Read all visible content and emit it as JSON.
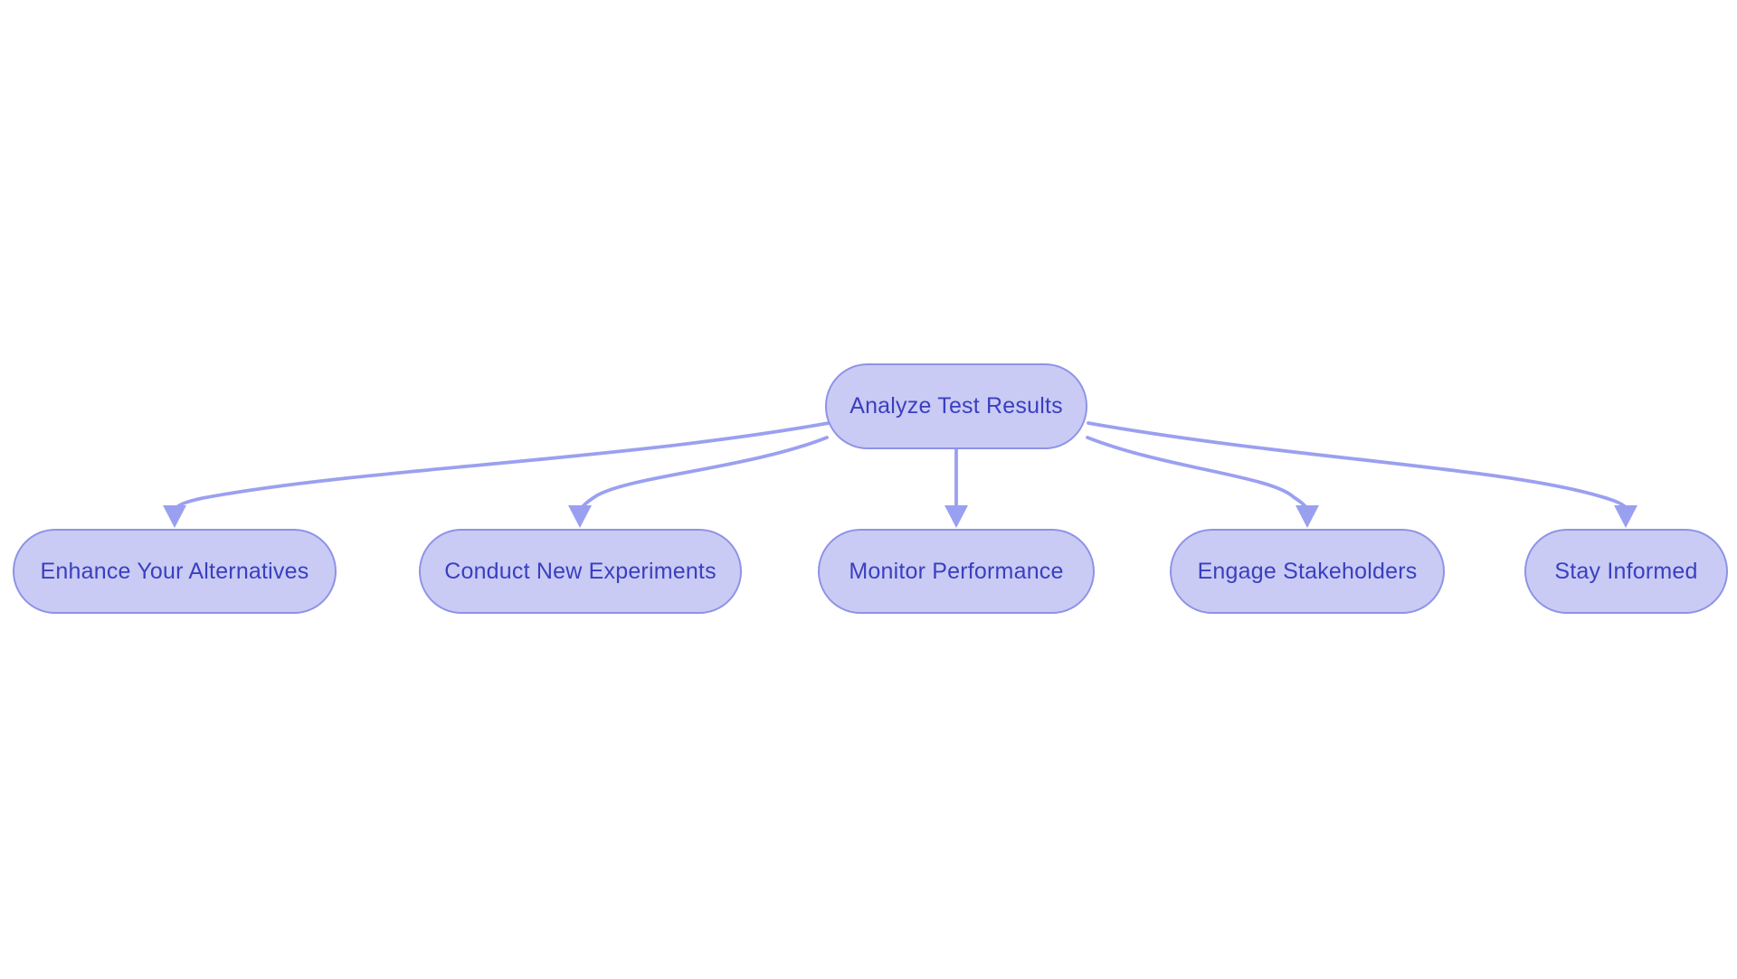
{
  "diagram": {
    "type": "flowchart",
    "root": {
      "label": "Analyze Test Results"
    },
    "children": [
      {
        "label": "Enhance Your Alternatives"
      },
      {
        "label": "Conduct New Experiments"
      },
      {
        "label": "Monitor Performance"
      },
      {
        "label": "Engage Stakeholders"
      },
      {
        "label": "Stay Informed"
      }
    ],
    "edges": [
      {
        "from": "Analyze Test Results",
        "to": "Enhance Your Alternatives"
      },
      {
        "from": "Analyze Test Results",
        "to": "Conduct New Experiments"
      },
      {
        "from": "Analyze Test Results",
        "to": "Monitor Performance"
      },
      {
        "from": "Analyze Test Results",
        "to": "Engage Stakeholders"
      },
      {
        "from": "Analyze Test Results",
        "to": "Stay Informed"
      }
    ],
    "colors": {
      "background": "#ffffff",
      "node_fill": "#c9cbf4",
      "node_border": "#8e93e6",
      "edge": "#9aa0f0",
      "text": "#3a3fc0"
    }
  }
}
